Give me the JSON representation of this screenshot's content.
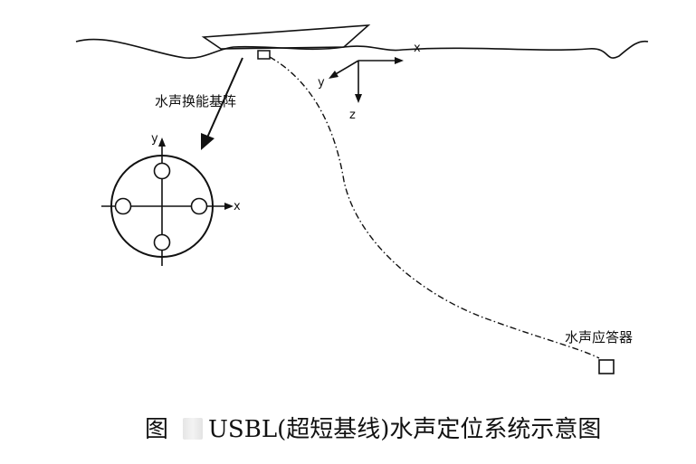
{
  "labels": {
    "water_x_axis": "x",
    "water_y_axis": "y",
    "water_z_axis": "z",
    "transducer_array": "水声换能基阵",
    "array_x_axis": "x",
    "array_y_axis": "y",
    "transponder": "水声应答器"
  },
  "caption": {
    "prefix": "图",
    "text": "USBL(超短基线)水声定位系统示意图"
  },
  "colors": {
    "line": "#111111",
    "background": "#ffffff"
  }
}
